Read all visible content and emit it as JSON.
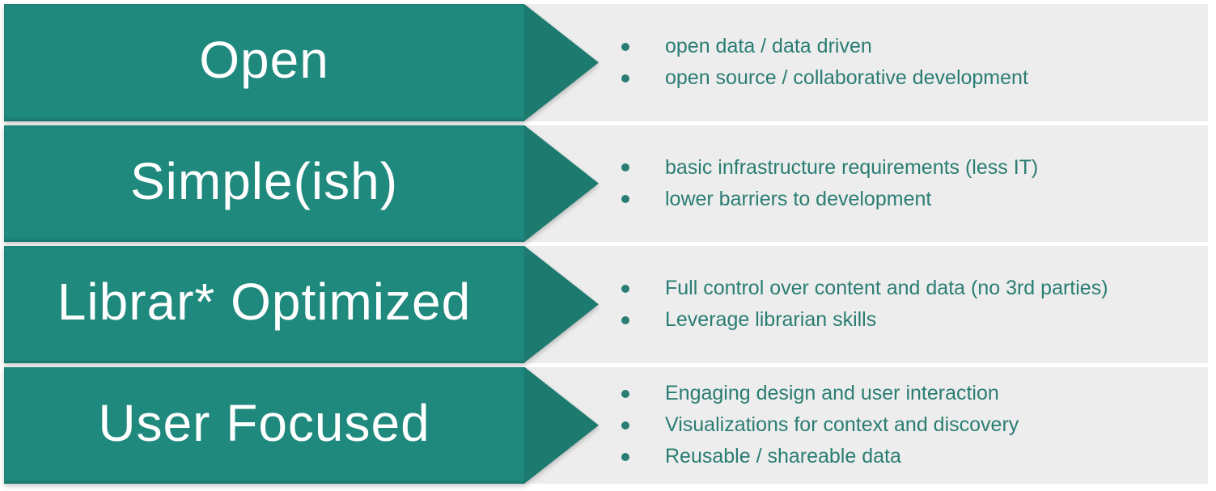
{
  "slide": {
    "rows": [
      {
        "label": "Open",
        "bullets": [
          "open data / data driven",
          "open source / collaborative development"
        ]
      },
      {
        "label": "Simple(ish)",
        "bullets": [
          "basic infrastructure requirements (less IT)",
          "lower barriers to development"
        ]
      },
      {
        "label": "Librar* Optimized",
        "bullets": [
          "Full control over content and data (no 3rd parties)",
          "Leverage librarian skills"
        ]
      },
      {
        "label": "User Focused",
        "bullets": [
          "Engaging design and user interaction",
          "Visualizations for context and discovery",
          "Reusable / shareable data"
        ]
      }
    ]
  },
  "theme": {
    "banner-color": "#1F897E",
    "banner-tip-color": "#1D7A6F",
    "banner-text-color": "#FFFFFF",
    "bullet-text-color": "#2A7D73",
    "row-bg-color": "#EDEDED",
    "page-bg-color": "#FFFFFF"
  }
}
